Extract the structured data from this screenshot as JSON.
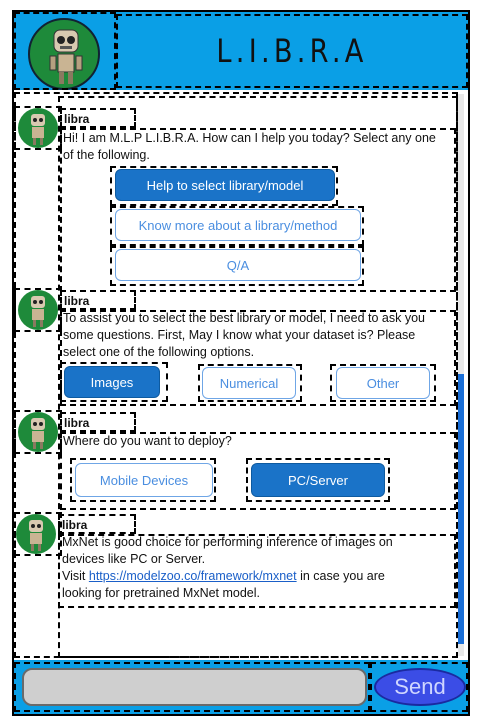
{
  "header": {
    "title": "L.I.B.R.A"
  },
  "messages": [
    {
      "sender": "libra",
      "text": "Hi! I am M.L.P L.I.B.R.A. How can I help you today? Select any one of the following.",
      "options": [
        {
          "label": "Help to select library/model",
          "style": "solid"
        },
        {
          "label": "Know more about a library/method",
          "style": "outline"
        },
        {
          "label": "Q/A",
          "style": "outline"
        }
      ]
    },
    {
      "sender": "libra",
      "text": "To assist you to select the best library or model, I need to ask you some questions. First, May I know what your dataset is? Please select one of the following options.",
      "options": [
        {
          "label": "Images",
          "style": "solid"
        },
        {
          "label": "Numerical",
          "style": "outline"
        },
        {
          "label": "Other",
          "style": "outline"
        }
      ]
    },
    {
      "sender": "libra",
      "text": "Where do you want to deploy?",
      "options": [
        {
          "label": "Mobile Devices",
          "style": "outline"
        },
        {
          "label": "PC/Server",
          "style": "solid"
        }
      ]
    },
    {
      "sender": "libra",
      "text_lines": [
        "MxNet is good choice for performing inference of images on",
        "devices like PC or Server."
      ],
      "visit_prefix": "Visit ",
      "link": "https://modelzoo.co/framework/mxnet",
      "visit_suffix": " in case you are",
      "last_line": "looking for pretrained MxNet model."
    }
  ],
  "footer": {
    "send_label": "Send",
    "input_placeholder": ""
  },
  "colors": {
    "header": "#0a9fe6",
    "primary_button": "#1a73c8",
    "send_button": "#3b4de6",
    "avatar_bg": "#1e8a3a"
  }
}
